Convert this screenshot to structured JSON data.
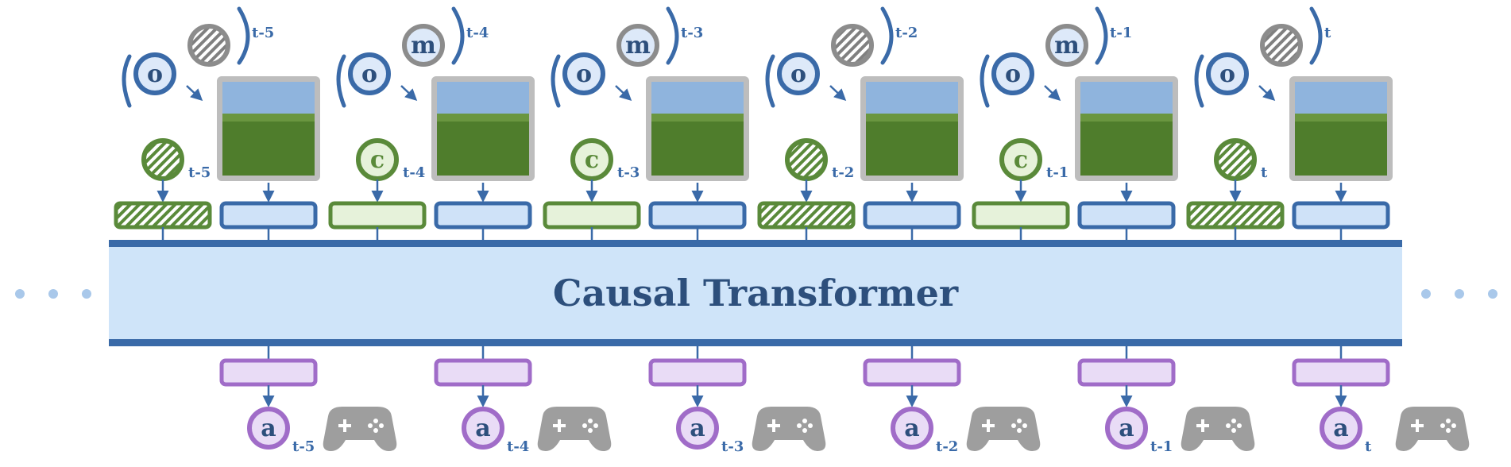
{
  "title": "Causal Transformer",
  "token_letters": {
    "observation": "o",
    "memory": "m",
    "condition": "c",
    "action": "a"
  },
  "steps": [
    {
      "t": "t-5",
      "memory_active": false,
      "condition_active": false
    },
    {
      "t": "t-4",
      "memory_active": true,
      "condition_active": true
    },
    {
      "t": "t-3",
      "memory_active": true,
      "condition_active": true
    },
    {
      "t": "t-2",
      "memory_active": false,
      "condition_active": false
    },
    {
      "t": "t-1",
      "memory_active": true,
      "condition_active": true
    },
    {
      "t": "t",
      "memory_active": false,
      "condition_active": false
    }
  ],
  "icons": {
    "frame": "game-frame-icon",
    "controller": "gamepad-icon",
    "ellipsis": "ellipsis-icon"
  },
  "colors": {
    "blue_dark": "#3a6aa8",
    "blue_fill": "#cfe2f8",
    "band_fill": "#cfe4f9",
    "green_dark": "#5a8a3a",
    "green_fill": "#e6f2da",
    "purple_dark": "#a06cc8",
    "purple_fill": "#e9dcf6",
    "gray": "#8c8c8c",
    "title_text": "#2d4f7c"
  }
}
